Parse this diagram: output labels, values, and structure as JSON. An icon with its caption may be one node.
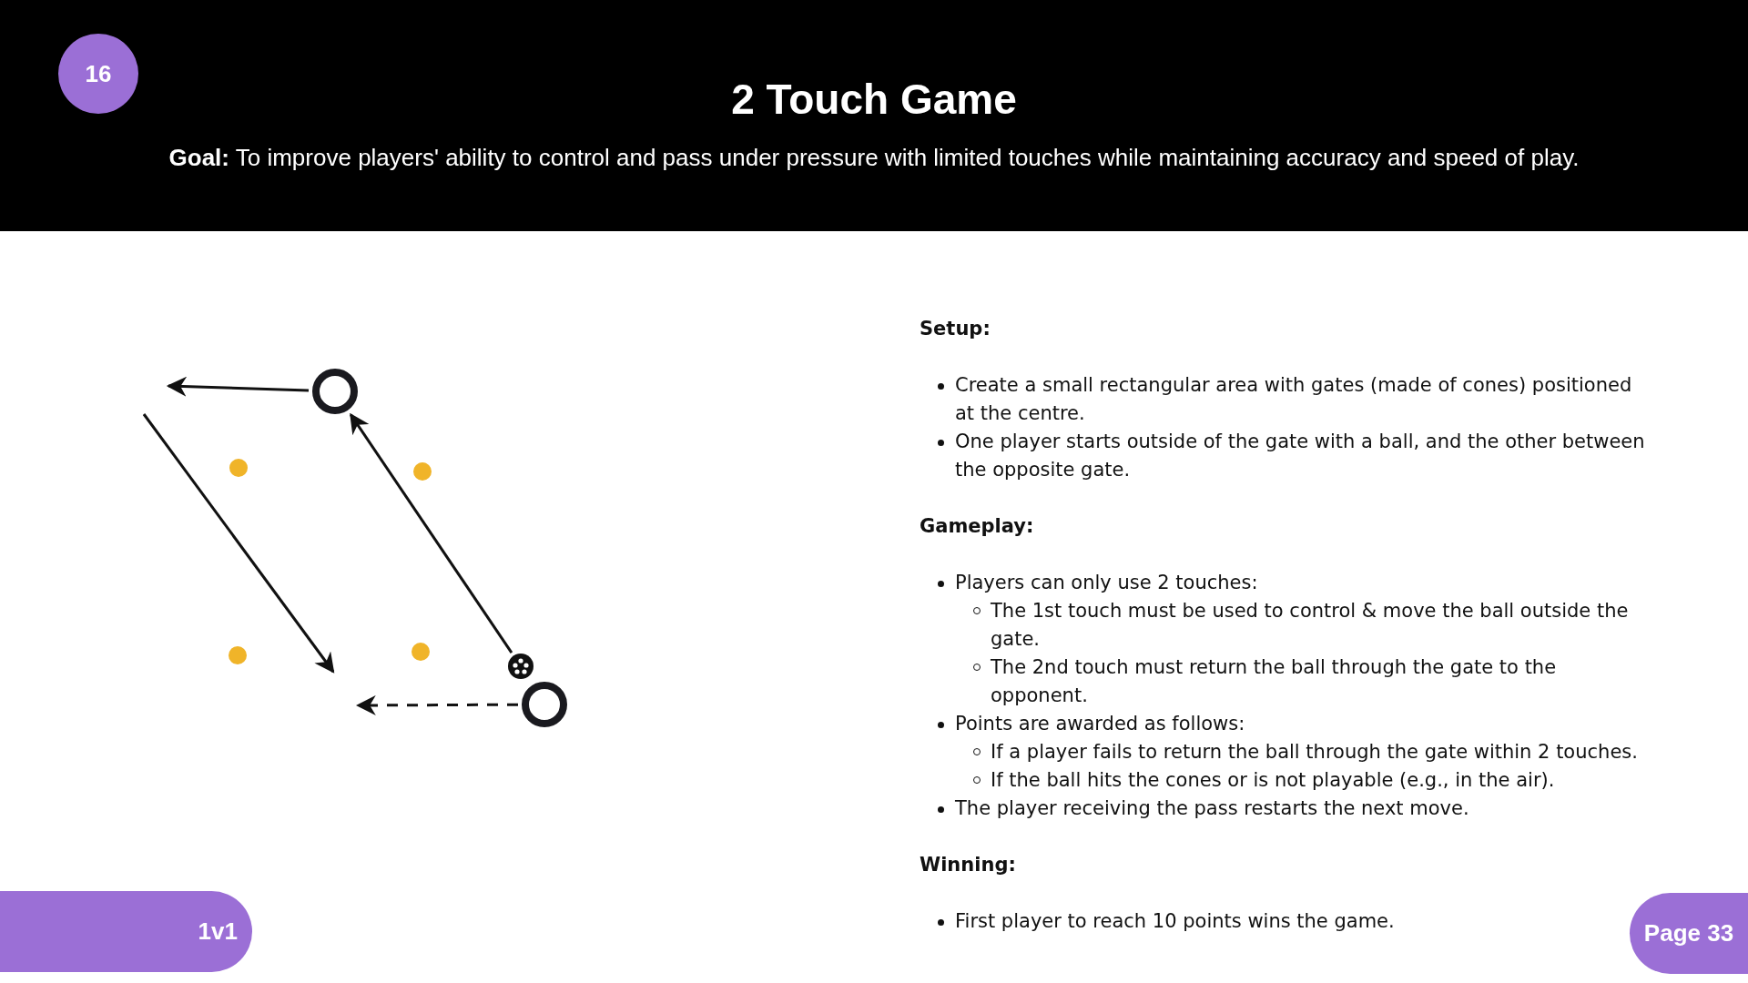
{
  "diagram": {
    "title": "2 Touch Game",
    "nodes": [
      {
        "text": [
          "16"
        ]
      },
      {
        "text": [],
        "shape": "circle"
      },
      {
        "text": [],
        "shape": "picture"
      },
      {
        "text": [],
        "shape": "circle"
      },
      {
        "text": [
          "1v1"
        ]
      },
      {
        "text": [
          "Page 33"
        ]
      }
    ],
    "edges": [
      {
        "from": 1,
        "to": null,
        "arrow": "to"
      },
      {
        "from": 2,
        "to": 1,
        "arrow": "to"
      },
      {
        "from": 3,
        "to": null,
        "arrow": "to",
        "style": "dashed"
      }
    ],
    "labels": [
      "**Goal:** To improve players' ability to control and pass under pressure with limited touches while maintaining accuracy and speed of play.",
      "Setup:",
      "Create a small rectangular area with gates (made of cones) positioned at the centre.",
      "One player starts outside of the gate with a ball, and the other between the opposite gate.",
      "Gameplay:",
      "Players can only use 2 touches:",
      "The 1st touch must be used to control & move the ball outside the gate.",
      "The 2nd touch must return the ball through the gate to the opponent.",
      "Points are awarded as follows:",
      "If a player fails to return the ball through the gate within 2 touches.",
      "If the ball hits the cones or is not playable (e.g., in the air).",
      "The player receiving the pass restarts the next move.",
      "Winning:",
      "First player to reach 10 points wins the game."
    ]
  }
}
